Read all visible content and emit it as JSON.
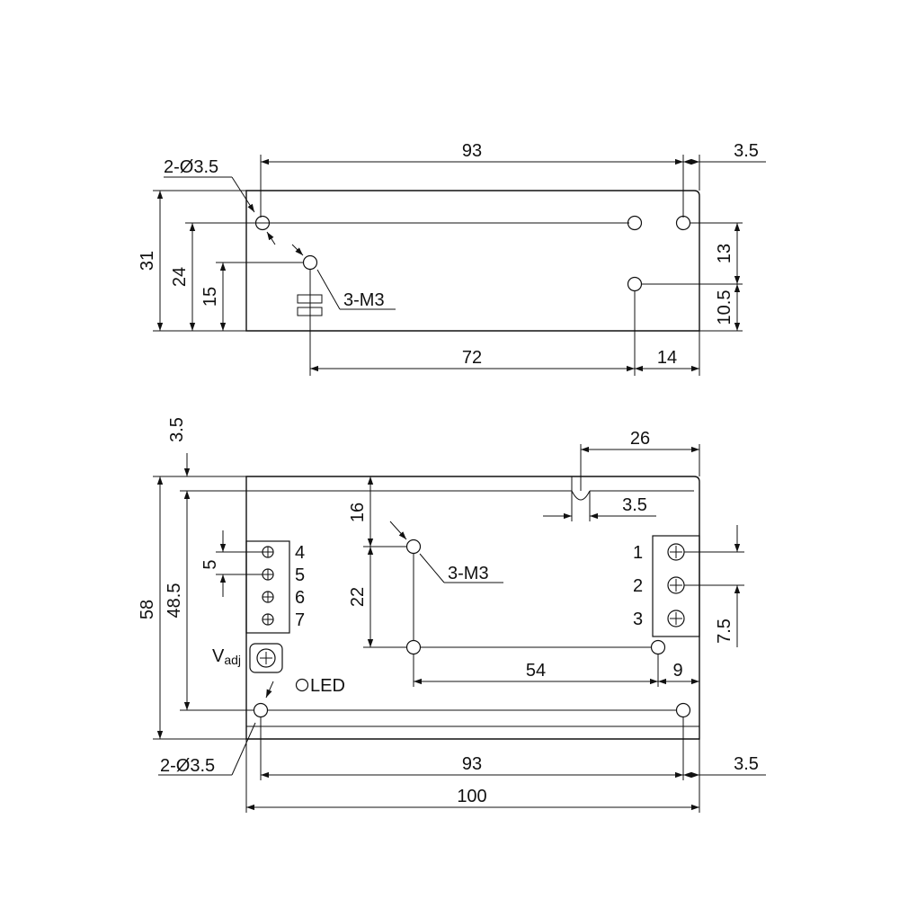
{
  "side_view": {
    "dim_top": "93",
    "dim_top_right": "3.5",
    "holes_label": "2-Ø3.5",
    "dim_height_total": "31",
    "dim_height_24": "24",
    "dim_height_15": "15",
    "screw_label": "3-M3",
    "dim_right_13": "13",
    "dim_right_10_5": "10.5",
    "dim_bottom_72": "72",
    "dim_bottom_14": "14"
  },
  "top_view": {
    "dim_left_3_5": "3.5",
    "dim_height_58": "58",
    "dim_height_48_5": "48.5",
    "dim_26": "26",
    "dim_notch_3_5": "3.5",
    "dim_16": "16",
    "dim_22": "22",
    "screw_label": "3-M3",
    "dim_pitch_5": "5",
    "terminal_left": [
      "4",
      "5",
      "6",
      "7"
    ],
    "terminal_right": [
      "1",
      "2",
      "3"
    ],
    "vadj_main": "V",
    "vadj_sub": "adj",
    "led_label": "LED",
    "dim_54": "54",
    "dim_9": "9",
    "dim_7_5": "7.5",
    "holes_label": "2-Ø3.5",
    "dim_93": "93",
    "dim_3_5_bottom": "3.5",
    "dim_100": "100"
  }
}
